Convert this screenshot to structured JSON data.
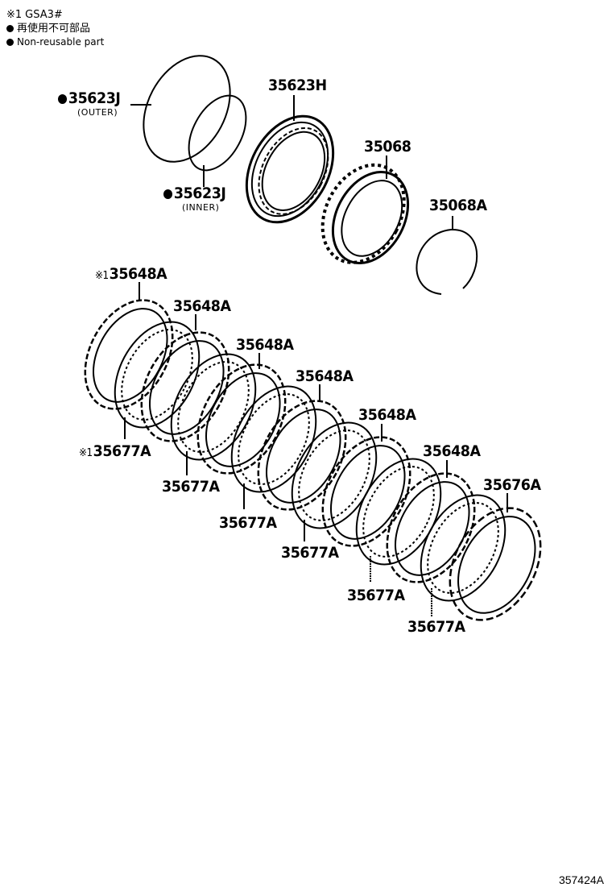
{
  "legend": {
    "note_mark": "※1",
    "note_text": "GSA3#",
    "bullet_jp": "再使用不可部品",
    "bullet_en": "Non-reusable part"
  },
  "parts": {
    "p35623J_outer": {
      "number": "35623J",
      "sub": "(OUTER)",
      "non_reusable": true
    },
    "p35623J_inner": {
      "number": "35623J",
      "sub": "(INNER)",
      "non_reusable": true
    },
    "p35623H": {
      "number": "35623H"
    },
    "p35068": {
      "number": "35068"
    },
    "p35068A": {
      "number": "35068A"
    },
    "p35648A_1": {
      "number": "35648A",
      "mark": "※1"
    },
    "p35648A_2": {
      "number": "35648A"
    },
    "p35648A_3": {
      "number": "35648A"
    },
    "p35648A_4": {
      "number": "35648A"
    },
    "p35648A_5": {
      "number": "35648A"
    },
    "p35648A_6": {
      "number": "35648A"
    },
    "p35676A": {
      "number": "35676A"
    },
    "p35677A_1": {
      "number": "35677A",
      "mark": "※1"
    },
    "p35677A_2": {
      "number": "35677A"
    },
    "p35677A_3": {
      "number": "35677A"
    },
    "p35677A_4": {
      "number": "35677A"
    },
    "p35677A_5": {
      "number": "35677A"
    },
    "p35677A_6": {
      "number": "35677A"
    }
  },
  "figure_number": "357424A"
}
